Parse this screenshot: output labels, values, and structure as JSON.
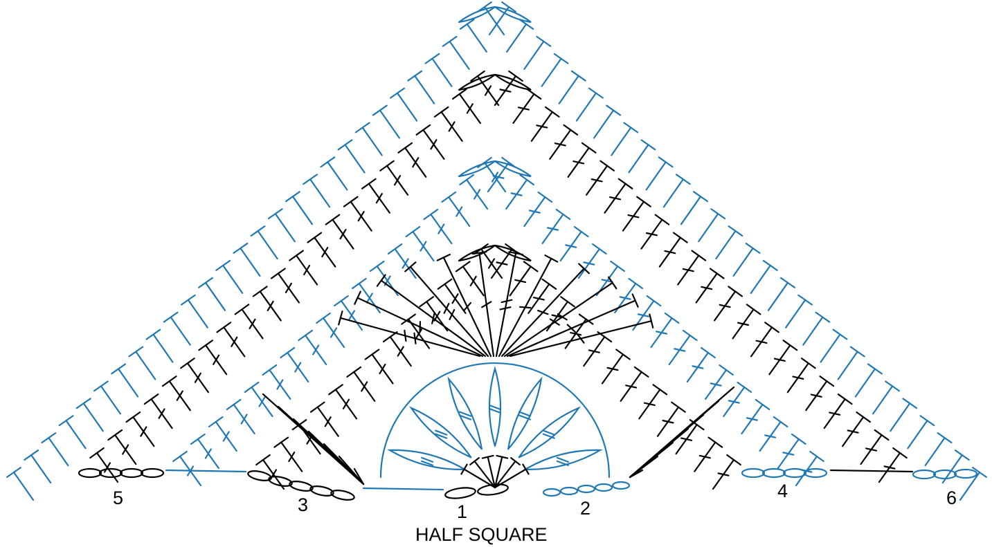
{
  "title": "HALF SQUARE",
  "row_labels": [
    "1",
    "2",
    "3",
    "4",
    "5",
    "6"
  ],
  "colors": {
    "black_rows": "#000000",
    "blue_rows": "#1f77b4"
  }
}
